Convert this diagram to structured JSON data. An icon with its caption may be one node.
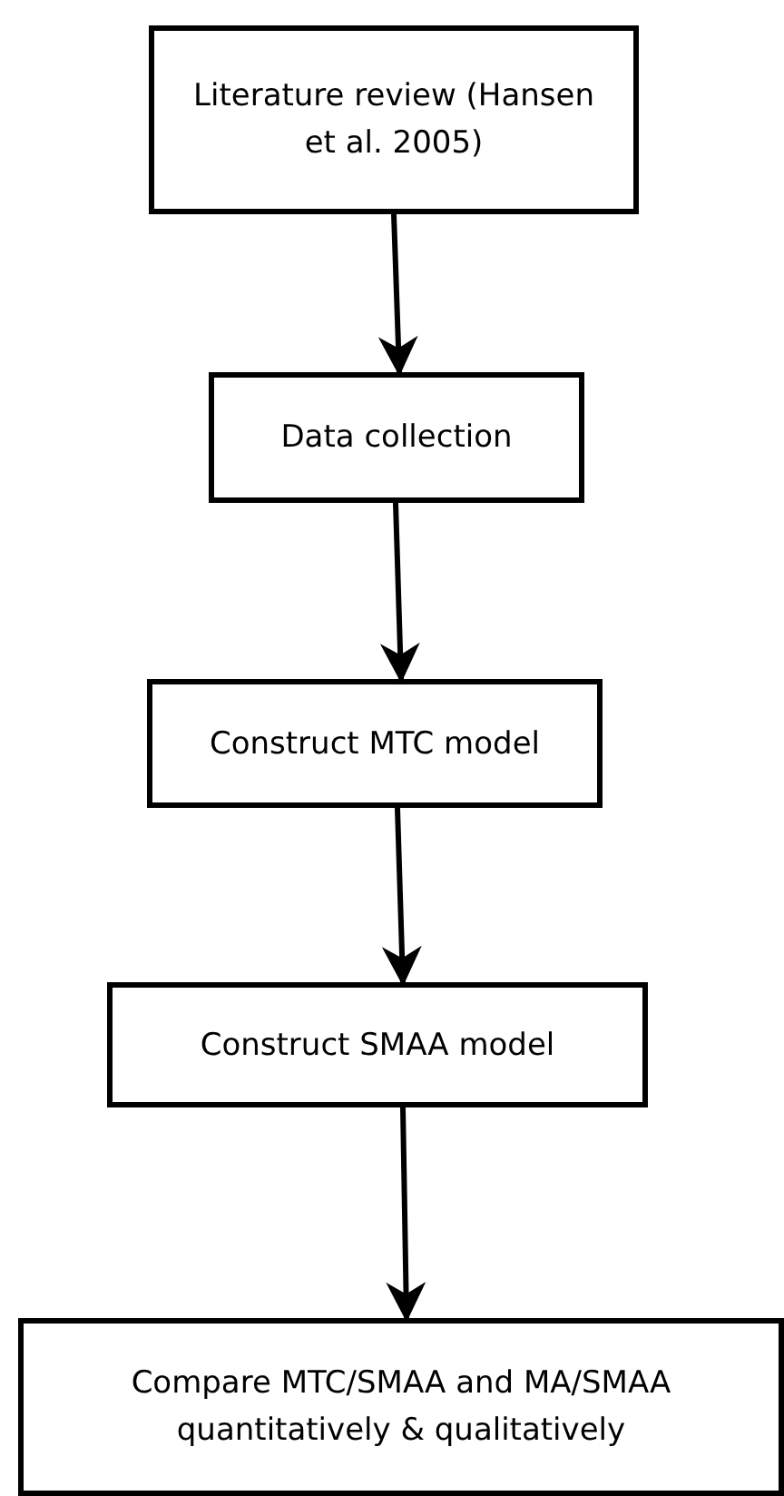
{
  "diagram": {
    "nodes": [
      {
        "text": [
          "Literature review (Hansen et al. 2005)"
        ]
      },
      {
        "text": [
          "Data collection"
        ]
      },
      {
        "text": [
          "Construct MTC model"
        ]
      },
      {
        "text": [
          "Construct SMAA model"
        ]
      },
      {
        "text": [
          "Compare MTC/SMAA and MA/SMAA quantitatively & qualitatively"
        ]
      }
    ],
    "edges": [
      {
        "from": 0,
        "to": 1,
        "arrow": "to"
      },
      {
        "from": 1,
        "to": 2,
        "arrow": "to"
      },
      {
        "from": 2,
        "to": 3,
        "arrow": "to"
      },
      {
        "from": 3,
        "to": 4,
        "arrow": "to"
      }
    ]
  }
}
